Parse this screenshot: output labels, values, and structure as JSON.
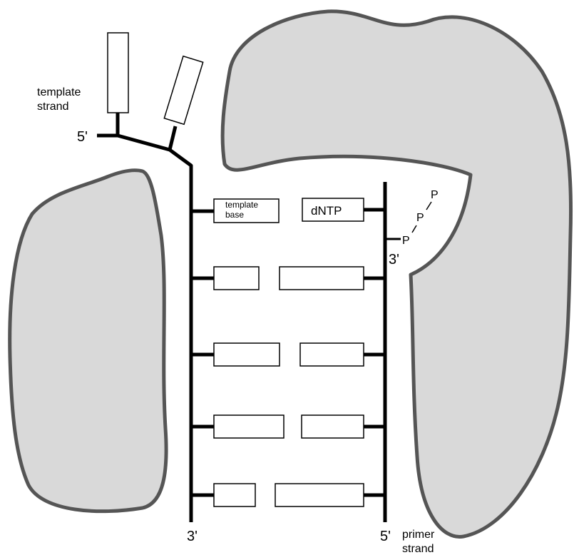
{
  "labels": {
    "template_strand": [
      "template",
      "strand"
    ],
    "primer_strand": [
      "primer",
      "strand"
    ],
    "five_prime_template": "5'",
    "three_prime_template": "3'",
    "five_prime_primer": "5'",
    "three_prime_primer": "3'",
    "template_base": [
      "template",
      "base"
    ],
    "dntp": "dNTP",
    "phosphates": [
      "P",
      "P",
      "P"
    ]
  },
  "colors": {
    "protein_fill": "#d9d9d9",
    "protein_outline": "#555555",
    "strand": "#000000",
    "base_box": "#ffffff"
  }
}
